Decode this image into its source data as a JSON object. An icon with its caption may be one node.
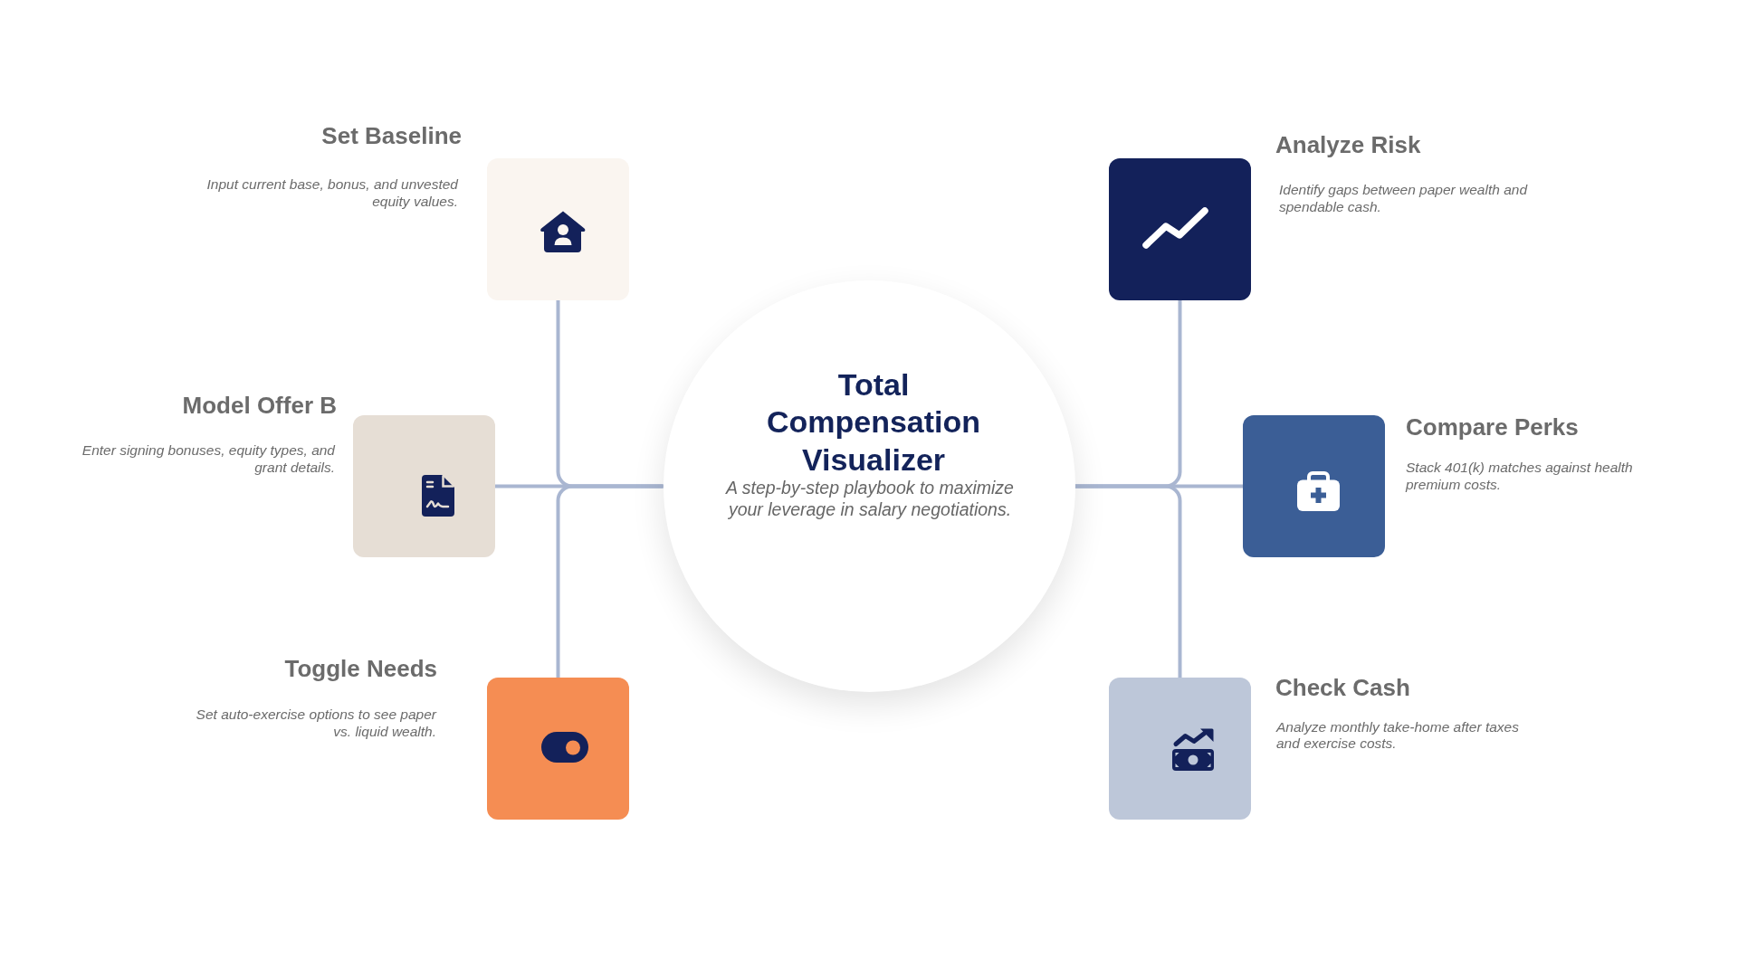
{
  "diagram": {
    "nodes": [
      {
        "text": [
          "Total Compensation Visualizer",
          "A step-by-step playbook to maximize your leverage in salary negotiations."
        ]
      },
      {
        "text": [
          "Set Baseline",
          "Input current base, bonus, and unvested equity values."
        ]
      },
      {
        "text": [
          "Model Offer B",
          "Enter signing bonuses, equity types, and grant details."
        ]
      },
      {
        "text": [
          "Toggle Needs",
          "Set auto-exercise options to see paper vs. liquid wealth."
        ]
      },
      {
        "text": [
          "Analyze Risk",
          "Identify gaps between paper wealth and spendable cash."
        ]
      },
      {
        "text": [
          "Compare Perks",
          "Stack 401(k) matches against health premium costs."
        ]
      },
      {
        "text": [
          "Check Cash",
          "Analyze monthly take-home after taxes and exercise costs."
        ]
      }
    ],
    "edges": [
      {
        "from": 0,
        "to": 1,
        "arrow": "none"
      },
      {
        "from": 0,
        "to": 2,
        "arrow": "none"
      },
      {
        "from": 0,
        "to": 3,
        "arrow": "none"
      },
      {
        "from": 0,
        "to": 4,
        "arrow": "none"
      },
      {
        "from": 0,
        "to": 5,
        "arrow": "none"
      },
      {
        "from": 0,
        "to": 6,
        "arrow": "none"
      }
    ]
  }
}
